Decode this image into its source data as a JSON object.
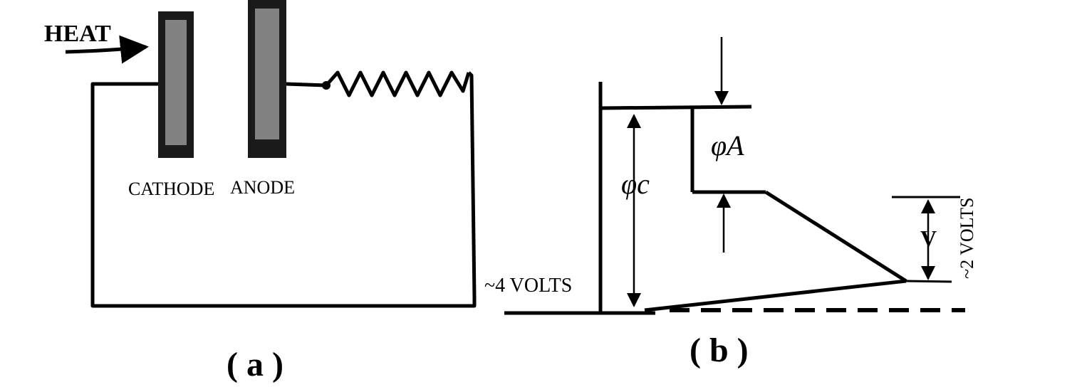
{
  "panel_a": {
    "heat_label": "HEAT",
    "cathode_label": "CATHODE",
    "anode_label": "ANODE",
    "caption": "( a )"
  },
  "panel_b": {
    "phi_c_label": "φc",
    "phi_a_label": "φA",
    "v_label": "V",
    "left_voltage_label": "~4 VOLTS",
    "right_voltage_label": "~2 VOLTS",
    "caption": "( b )"
  },
  "colors": {
    "ink": "#000000",
    "paper": "#ffffff"
  }
}
